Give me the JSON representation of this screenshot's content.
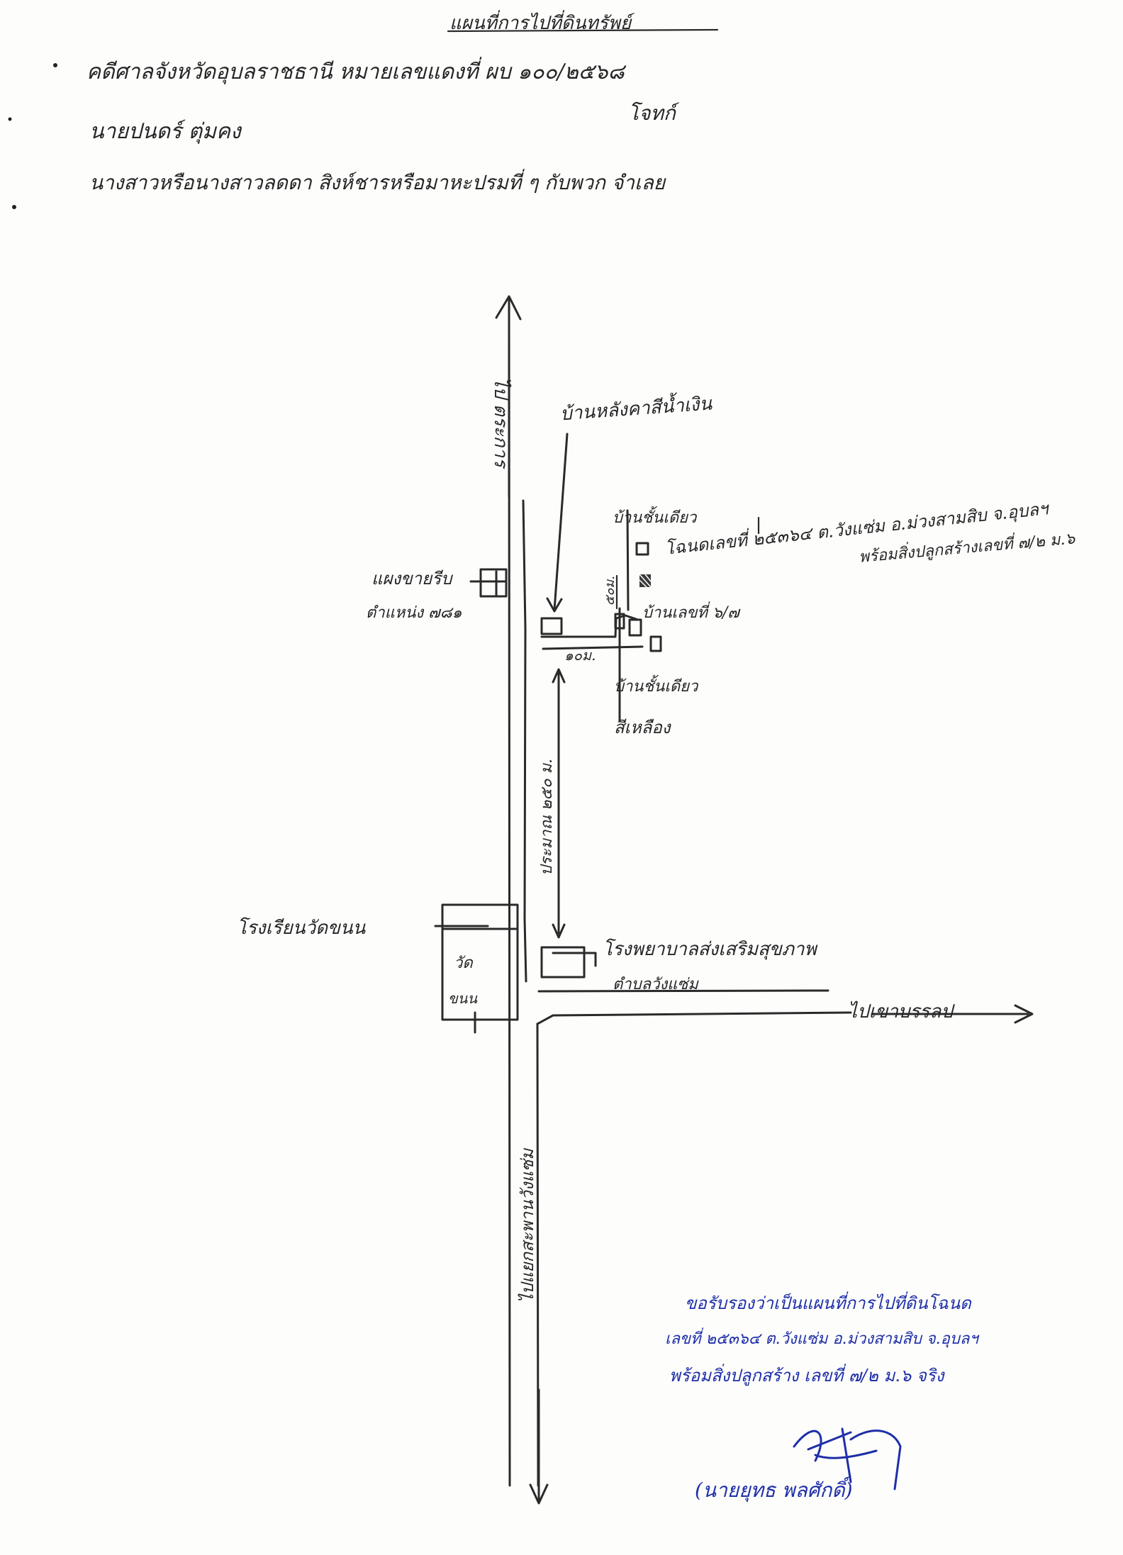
{
  "header": {
    "title": "แผนที่การไปที่ดินทรัพย์",
    "court_case_line": "คดีศาลจังหวัดอุบลราชธานี หมายเลขแดงที่ ผบ ๑๐๐/๒๕๖๘",
    "party_label": "โจทก์",
    "plaintiff_name": "นายปนดร์ ตุ่มคง",
    "defendant_line": "นางสาวหรือนางสาวลดดา สิงห์ชารหรือมาหะปรมที่ ๆ กับพวก จำเลย"
  },
  "map": {
    "dest_north": "ไป ตระการ",
    "dest_south": "ไปแยกสะพานวังแซ่ม",
    "dest_east": "ไปเขาบรรลป",
    "lm_shop": "แผงขายรีบ",
    "lm_shop_2": "ตำแหน่ง ๗๘๑",
    "lm_green_house": "บ้านหลังคาสีน้ำเงิน",
    "lm_house_a": "บ้านชั้นเดียว",
    "land_deed_1": "โฉนดเลขที่ ๒๕๓๖๔ ต.วังแซ่ม อ.ม่วงสามสิบ จ.อุบลฯ",
    "land_deed_2": "พร้อมสิ่งปลูกสร้างเลขที่ ๗/๒ ม.๖",
    "lm_house_no": "บ้านเลขที่ ๖/๗",
    "dist_50": "๕๐ม.",
    "dist_10": "๑๐ม.",
    "lm_house_b": "บ้านชั้นเดียว",
    "lm_house_b_2": "สีเหลือง",
    "dist_250": "ประมาณ ๒๕๐ ม.",
    "lm_school": "โรงเรียนวัดขนน",
    "lm_temple": "วัด",
    "lm_temple_2": "ขนน",
    "lm_hospital": "โรงพยาบาลส่งเสริมสุขภาพ",
    "lm_hospital_2": "ตำบลวังแซ่ม"
  },
  "certification": {
    "line1": "ขอรับรองว่าเป็นแผนที่การไปที่ดินโฉนด",
    "line2": "เลขที่ ๒๕๓๖๔ ต.วังแซ่ม อ.ม่วงสามสิบ จ.อุบลฯ",
    "line3": "พร้อมสิ่งปลูกสร้าง เลขที่ ๗/๒ ม.๖ จริง",
    "signer_name": "(นายยุทธ พลศักดิ์)"
  },
  "colors": {
    "pencil": "#2a2a2a",
    "ballpoint_blue": "#1e2fa8",
    "paper": "#fdfdfc"
  }
}
